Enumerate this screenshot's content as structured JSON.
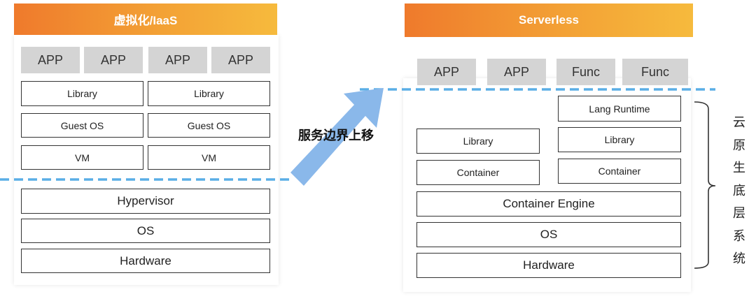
{
  "left": {
    "title": "虚拟化/IaaS",
    "apps": [
      "APP",
      "APP",
      "APP",
      "APP"
    ],
    "library": [
      "Library",
      "Library"
    ],
    "guest_os": [
      "Guest OS",
      "Guest OS"
    ],
    "vm": [
      "VM",
      "VM"
    ],
    "hypervisor": "Hypervisor",
    "os": "OS",
    "hardware": "Hardware"
  },
  "middle": {
    "arrow_label": "服务边界上移"
  },
  "right": {
    "title": "Serverless",
    "apps": [
      "APP",
      "APP",
      "Func",
      "Func"
    ],
    "lang_runtime": "Lang Runtime",
    "library": [
      "Library",
      "Library"
    ],
    "container": [
      "Container",
      "Container"
    ],
    "container_engine": "Container Engine",
    "os": "OS",
    "hardware": "Hardware"
  },
  "side_label": [
    "云",
    "原",
    "生",
    "底",
    "层",
    "系",
    "统"
  ],
  "colors": {
    "header_start": "#ef7a2c",
    "header_end": "#f6ba3d",
    "dashed_line": "#5aaee6",
    "arrow": "#8ab8ea",
    "app_block": "#d4d4d4"
  }
}
